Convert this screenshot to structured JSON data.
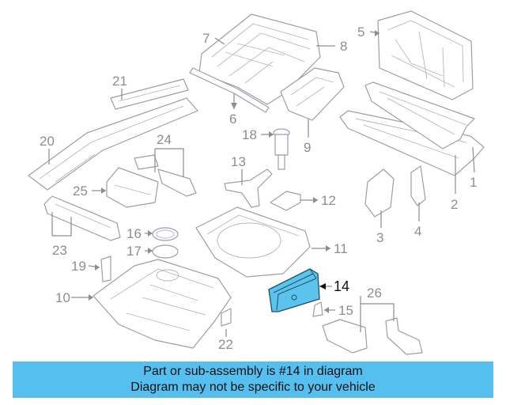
{
  "callouts": {
    "c1": "1",
    "c2": "2",
    "c3": "3",
    "c4": "4",
    "c5": "5",
    "c6": "6",
    "c7": "7",
    "c8": "8",
    "c9": "9",
    "c10": "10",
    "c11": "11",
    "c12": "12",
    "c13": "13",
    "c14": "14",
    "c15": "15",
    "c16": "16",
    "c17": "17",
    "c18": "18",
    "c19": "19",
    "c20": "20",
    "c21": "21",
    "c22": "22",
    "c23": "23",
    "c24": "24",
    "c25": "25",
    "c26": "26"
  },
  "highlighted_part": "14",
  "colors": {
    "highlight": "#5bc3ec",
    "banner": "#55bff0",
    "line": "#9aa0a6",
    "label": "#8d8d8d"
  },
  "banner": {
    "line1": "Part or sub-assembly is #14 in diagram",
    "line2": "Diagram may not be specific to your vehicle"
  }
}
